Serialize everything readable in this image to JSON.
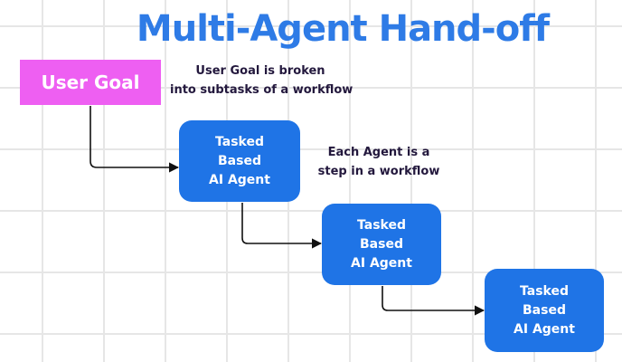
{
  "title": "Multi-Agent Hand-off",
  "user_goal": "User Goal",
  "notes": {
    "goal_note": [
      "User Goal is broken",
      "into subtasks of a workflow"
    ],
    "agent_note": [
      "Each Agent  is a",
      "step in a workflow"
    ]
  },
  "agents": [
    [
      "Tasked",
      "Based",
      "AI Agent"
    ],
    [
      "Tasked",
      "Based",
      "AI Agent"
    ],
    [
      "Tasked",
      "Based",
      "AI Agent"
    ]
  ],
  "colors": {
    "title": "#2e7be6",
    "user_goal_box": "#ee5ff2",
    "agent_box": "#1f74e6",
    "note_text": "#23183d",
    "arrow": "#111111"
  }
}
